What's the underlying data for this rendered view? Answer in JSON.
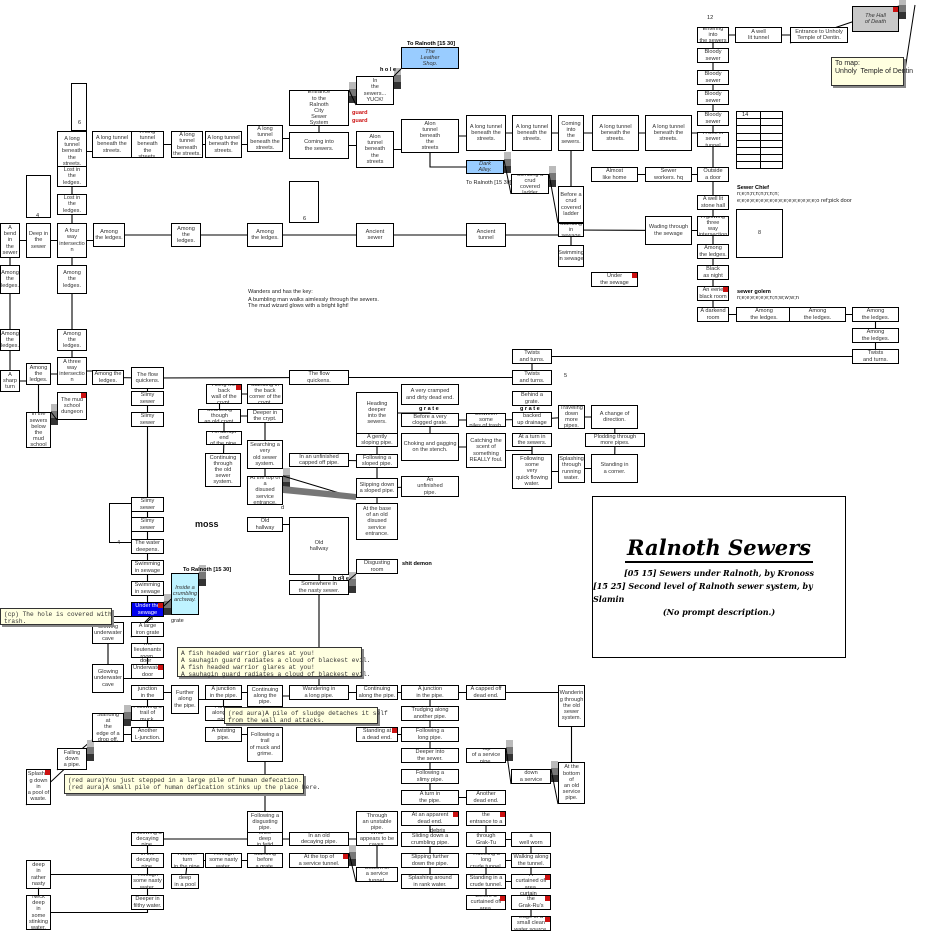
{
  "map": {
    "title": "Ralnoth Sewers",
    "subtitles": [
      "[05 15] Sewers under Ralnoth, by Kronoss",
      "[15 25] Second level of Ralnoth sewer system, by Slamin",
      "(No prompt description.)"
    ]
  },
  "rooms": [
    {
      "id": "r1",
      "text": "A long\ntunnel\nbeneath\nthe streets."
    },
    {
      "id": "r2",
      "text": "A long tunnel\nbeneath the\nstreets."
    },
    {
      "id": "r3",
      "text": "A long tunnel\nbeneath the\nstreets."
    },
    {
      "id": "r4",
      "text": "A long\ntunnel\nbeneath\nthe streets."
    },
    {
      "id": "r5",
      "text": "A long tunnel\nbeneath the\nstreets."
    },
    {
      "id": "r6",
      "text": "A long tunnel\nbeneath the\nstreets."
    },
    {
      "id": "r7",
      "text": "Entrance\nto the\nRalnoth\nCity\nSewer\nSystem"
    },
    {
      "id": "r8",
      "text": "Coming into\nthe sewers."
    },
    {
      "id": "r9",
      "text": "In\nthe\nsewers...\nYUCK!"
    },
    {
      "id": "r10",
      "text": "The\nLeather\nShop.",
      "style": "blue"
    },
    {
      "id": "r11",
      "text": "Alon\ntunnel\nbeneath\nthe\nstreets"
    },
    {
      "id": "r12",
      "text": "Alon\ntunnel\nbeneath\nthe\nstreets"
    },
    {
      "id": "r13",
      "text": "A long tunnel\nbeneath the\nstreets."
    },
    {
      "id": "r14",
      "text": "A long tunnel\nbeneath the\nstreets."
    },
    {
      "id": "r15",
      "text": "Coming\ninto\nthe\nsewers."
    },
    {
      "id": "r16",
      "text": "A long tunnel\nbeneath the\nstreets."
    },
    {
      "id": "r17",
      "text": "A long tunnel\nbeneath the\nstreets."
    },
    {
      "id": "r18",
      "text": "Dark\nAlley.",
      "style": "blue"
    },
    {
      "id": "r19",
      "text": "Climbing a crud\ncovered ladder"
    },
    {
      "id": "r20",
      "text": "Before a\ncrud\ncovered\nladder"
    },
    {
      "id": "r21",
      "text": "Lost in\nthe ledges."
    },
    {
      "id": "r22",
      "text": "Lost in\nthe ledges."
    },
    {
      "id": "r23",
      "text": "A bend\nin\nthe\nsewer"
    },
    {
      "id": "r24",
      "text": "Deep in\nthe\nsewer"
    },
    {
      "id": "r25",
      "text": "A four way\nintersectio\nn"
    },
    {
      "id": "r26",
      "text": "Among\nthe ledges."
    },
    {
      "id": "r27",
      "text": "Among\nthe ledges."
    },
    {
      "id": "r28",
      "text": "Among\nthe ledges."
    },
    {
      "id": "r29",
      "text": "Ancient\nsewer"
    },
    {
      "id": "r30",
      "text": "Ancient\ntunnel"
    },
    {
      "id": "r31",
      "text": "Standing\nin sewage"
    },
    {
      "id": "r32",
      "text": "Swimming\nin sewage"
    },
    {
      "id": "r33",
      "text": "Under\nthe sewage",
      "flag": true
    },
    {
      "id": "r34",
      "text": "Wading through\nthe sewage"
    },
    {
      "id": "r35",
      "text": "Almost\nlike home"
    },
    {
      "id": "r36",
      "text": "Sewer\nworkers. hq"
    },
    {
      "id": "r37",
      "text": "Entering\ninto\nthe sewers"
    },
    {
      "id": "r38",
      "text": "A well\nlit tunnel"
    },
    {
      "id": "r39",
      "text": "Entrance to Unholy\nTemple of Dentin."
    },
    {
      "id": "r40",
      "text": "The Hall\nof Death",
      "style": "grey",
      "flag": true
    },
    {
      "id": "r41",
      "text": "Bloody\nsewer"
    },
    {
      "id": "r42",
      "text": "Bloody\nsewer"
    },
    {
      "id": "r43",
      "text": "Bloody\nsewer"
    },
    {
      "id": "r44",
      "text": "Bloody\nsewer"
    },
    {
      "id": "r45",
      "text": "A well lit\nsewer tunnel"
    },
    {
      "id": "r46",
      "text": "Outside\na door"
    },
    {
      "id": "r47",
      "text": "A well lit\nstone hall"
    },
    {
      "id": "r48",
      "text": "A glowing\nthree\nway\nintersection"
    },
    {
      "id": "r49",
      "text": "Among\nthe ledges."
    },
    {
      "id": "r50",
      "text": "Black\nas night"
    },
    {
      "id": "r51",
      "text": "An eerie\nblack room",
      "flag": true
    },
    {
      "id": "r52",
      "text": "A darkend\nroom"
    },
    {
      "id": "r53",
      "text": "Among\nthe ledges."
    },
    {
      "id": "r54",
      "text": "Among\nthe ledges."
    },
    {
      "id": "r55",
      "text": "Among\nthe ledges."
    },
    {
      "id": "r56",
      "text": "Among\nthe ledges."
    },
    {
      "id": "r57",
      "text": "Twists\nand turns."
    },
    {
      "id": "r58",
      "text": "Twists\nand turns."
    },
    {
      "id": "r59",
      "text": "Twists\nand turns."
    },
    {
      "id": "r60",
      "text": "Among\nthe\nledges."
    },
    {
      "id": "r61",
      "text": "Among the\nledges."
    },
    {
      "id": "r62",
      "text": "Among\nthe\nledges."
    },
    {
      "id": "r63",
      "text": "Among the\nledges."
    },
    {
      "id": "r64",
      "text": "A\nsharp\nturn"
    },
    {
      "id": "r65",
      "text": "Among\nthe\nledges."
    },
    {
      "id": "r66",
      "text": "A three\nway\nintersectio\nn"
    },
    {
      "id": "r67",
      "text": "Among the\nledges."
    },
    {
      "id": "r68",
      "text": "The mud\nschool\ndungeon",
      "flag": true
    },
    {
      "id": "r69",
      "text": "In the\nsewers\nbelow the\nmud\nschool"
    },
    {
      "id": "r70",
      "text": "The flow\nquickens."
    },
    {
      "id": "r71",
      "text": "The flow\nquickens."
    },
    {
      "id": "r72",
      "text": "Slimy\nsewer"
    },
    {
      "id": "r73",
      "text": "Slimy\nsewer"
    },
    {
      "id": "r74",
      "text": "Along the\nback\nwall of the\ncrypt.",
      "flag": true
    },
    {
      "id": "r75",
      "text": "Standing in\nthe back\ncorner of the\ncrypt."
    },
    {
      "id": "r76",
      "text": "Searching though\nan old crypt."
    },
    {
      "id": "r77",
      "text": "Deeper in\nthe crypt."
    },
    {
      "id": "r78",
      "text": "An abrupt end\nof the pipe."
    },
    {
      "id": "r79",
      "text": "Continuing\nthrough\nthe old sewer\nsystem."
    },
    {
      "id": "r80",
      "text": "Searching a\nvery\nold sewer\nsystem."
    },
    {
      "id": "r81",
      "text": "At the top of a\ndisused\nservice\nentrance."
    },
    {
      "id": "r82",
      "text": "In an unfinished\ncapped off pipe."
    },
    {
      "id": "r83",
      "text": "Heading\ndeeper\ninto the\nsewers."
    },
    {
      "id": "r84",
      "text": "A gently\nsloping pipe."
    },
    {
      "id": "r85",
      "text": "Following a\nsloped pipe."
    },
    {
      "id": "r86",
      "text": "Slipping down\na sloped pipe."
    },
    {
      "id": "r87",
      "text": "At the base\nof an old\ndisused\nservice\nentrance."
    },
    {
      "id": "r88",
      "text": "A very cramped\nand dirty dead end."
    },
    {
      "id": "r89",
      "text": "Before a very\nclogged grate."
    },
    {
      "id": "r90",
      "text": "Choking and gagging\non the stench."
    },
    {
      "id": "r91",
      "text": "An\nunfinished\npipe."
    },
    {
      "id": "r92",
      "text": "Between some\npiles of trash."
    },
    {
      "id": "r93",
      "text": "Catching the\nscent of\nsomething\nREALLY foul."
    },
    {
      "id": "r94",
      "text": "Behind a\ngrate."
    },
    {
      "id": "r95",
      "text": "Behind a backed\nup drainage\npipe."
    },
    {
      "id": "r96",
      "text": "Traveling\ndown\nmore\npipes."
    },
    {
      "id": "r97",
      "text": "A change of\ndirection."
    },
    {
      "id": "r98",
      "text": "Plodding through\nmore pipes."
    },
    {
      "id": "r99",
      "text": "At a turn in\nthe sewers."
    },
    {
      "id": "r100",
      "text": "Following some\nvery\nquick flowing\nwater."
    },
    {
      "id": "r101",
      "text": "Splashing\nthrough\nrunning\nwater."
    },
    {
      "id": "r102",
      "text": "Standing in\na corner."
    },
    {
      "id": "r103",
      "text": "Slimy\nsewer"
    },
    {
      "id": "r104",
      "text": "Slimy\nsewer"
    },
    {
      "id": "r105",
      "text": "The water\ndeepens."
    },
    {
      "id": "r106",
      "text": "Swimming\nin sewage"
    },
    {
      "id": "r107",
      "text": "Swimming\nin sewage"
    },
    {
      "id": "r108",
      "text": "Under the\nsewage",
      "style": "dblue",
      "flag": true
    },
    {
      "id": "r109",
      "text": "Inside a\ncrumbling\narchway.",
      "style": "cyan"
    },
    {
      "id": "r110",
      "text": "Old\nhallway"
    },
    {
      "id": "r111",
      "text": "Old\nhallway"
    },
    {
      "id": "r112",
      "text": "Disgusting\nroom"
    },
    {
      "id": "r113",
      "text": "Somewhere in\nthe nasty sewer."
    },
    {
      "id": "r114",
      "text": "Glowing\nunderwater\ncave"
    },
    {
      "id": "r115",
      "text": "A large\niron grate"
    },
    {
      "id": "r116",
      "text": "The\nlieutenants\nroom."
    },
    {
      "id": "r117",
      "text": "Underwater\ndoor",
      "flag": true
    },
    {
      "id": "r118",
      "text": "Glowing\nunderwater\ncave"
    },
    {
      "id": "r119",
      "text": "A T-\njunction\nin the sewer."
    },
    {
      "id": "r120",
      "text": "Further\nalong\nthe pipe."
    },
    {
      "id": "r121",
      "text": "A junction\nin the pipe."
    },
    {
      "id": "r122",
      "text": "Continuing\nalong the pipe."
    },
    {
      "id": "r123",
      "text": "Wandering in\na long pipe."
    },
    {
      "id": "r124",
      "text": "Continuing\nalong the pipe."
    },
    {
      "id": "r125",
      "text": "A junction\nin the pipe."
    },
    {
      "id": "r126",
      "text": "A capped off\ndead end."
    },
    {
      "id": "r127",
      "text": "Wanderin\ng through\nthe old\nsewer\nsystem."
    },
    {
      "id": "r128",
      "text": "Following a\ntrail of muck."
    },
    {
      "id": "r129",
      "text": "Another\nL-junction."
    },
    {
      "id": "r130",
      "text": "Further\nalong the\npipe."
    },
    {
      "id": "r131",
      "text": "A twisting\npipe."
    },
    {
      "id": "r132",
      "text": "Following a\ntrail\nof muck and\ngrime."
    },
    {
      "id": "r133",
      "text": "Standing at\na dead end.",
      "flag": true
    },
    {
      "id": "r134",
      "text": "Trudging along\nanother pipe."
    },
    {
      "id": "r135",
      "text": "Following a\nlong pipe."
    },
    {
      "id": "r136",
      "text": "Deeper into\nthe sewer."
    },
    {
      "id": "r137",
      "text": "Top\nof a service\npipe."
    },
    {
      "id": "r138",
      "text": "Climbing down\na service pipe."
    },
    {
      "id": "r139",
      "text": "At the\nbottom of\nan old\nservice\npipe."
    },
    {
      "id": "r140",
      "text": "Following a\nslimy pipe."
    },
    {
      "id": "r141",
      "text": "A turn in\nthe pipe."
    },
    {
      "id": "r142",
      "text": "Another\ndead end."
    },
    {
      "id": "r143",
      "text": "Standing at\nthe\nedge of a\ndrop off."
    },
    {
      "id": "r144",
      "text": "Falling\ndown\na pipe."
    },
    {
      "id": "r145",
      "text": "Splashin\ng down in\na pool of\nwaste.",
      "flag": true
    },
    {
      "id": "r146",
      "text": "Following a\ndisgusting\npipe."
    },
    {
      "id": "r147",
      "text": "Wading knee\ndeep\nin fetid water."
    },
    {
      "id": "r148",
      "text": "In an old\ndecaying pipe."
    },
    {
      "id": "r149",
      "text": "Through\nan unstable\npipe."
    },
    {
      "id": "r150",
      "text": "What\nappears to be\ncaves."
    },
    {
      "id": "r151",
      "text": "At an apparent\ndead end.",
      "flag": true
    },
    {
      "id": "r152",
      "text": "Standing at the\nentrance to a\nlarge cave.",
      "flag": true
    },
    {
      "id": "r153",
      "text": "Following a\ndecaying\npipe."
    },
    {
      "id": "r154",
      "text": "In the\ndecaying\npipe."
    },
    {
      "id": "r155",
      "text": "Another\nturn\nin the pipe."
    },
    {
      "id": "r156",
      "text": "Through\nsome nasty\nwater."
    },
    {
      "id": "r157",
      "text": "Standing\nbefore\na grate."
    },
    {
      "id": "r158",
      "text": "At the top of\na service tunnel.",
      "flag": true
    },
    {
      "id": "r159",
      "text": "Bottom of\na service\ntunnel."
    },
    {
      "id": "r160",
      "text": "Sliding down a\ncrumbling pipe."
    },
    {
      "id": "r161",
      "text": "Wandering\nthrough\nGrak-Tu caves."
    },
    {
      "id": "r162",
      "text": "Walking along a\nwell worn\ntunnel."
    },
    {
      "id": "r163",
      "text": "Waste deep\nin\nrather nasty\nwater."
    },
    {
      "id": "r164",
      "text": "Through\nsome nasty\nwater."
    },
    {
      "id": "r165",
      "text": "Waist deep\nin a pool\nof water."
    },
    {
      "id": "r166",
      "text": "Slipping further\ndown the pipe."
    },
    {
      "id": "r167",
      "text": "Traveling a\nlong\ncrude tunnel."
    },
    {
      "id": "r168",
      "text": "Walking along\nthe tunnel."
    },
    {
      "id": "r169",
      "text": "Neck deep\nin\nsome\nstinking\nwater."
    },
    {
      "id": "r170",
      "text": "Deeper in\nfilthy water."
    },
    {
      "id": "r171",
      "text": "Splashing around\nin rank water."
    },
    {
      "id": "r172",
      "text": "Standing in a\ncrude tunnel."
    },
    {
      "id": "r173",
      "text": "A\ncurtained off\narea.",
      "flag": true
    },
    {
      "id": "r174",
      "text": "Before a\ncurtained off\narea.",
      "flag": true
    },
    {
      "id": "r175",
      "text": "Standing in the\nGrak-Ru's cave.",
      "flag": true
    },
    {
      "id": "r176",
      "text": "Edge of a\nsmall clean\nwater source.",
      "flag": true
    },
    {
      "id": "e1",
      "text": ""
    },
    {
      "id": "e2",
      "text": ""
    },
    {
      "id": "e3",
      "text": ""
    },
    {
      "id": "e4",
      "text": ""
    },
    {
      "id": "e5",
      "text": ""
    },
    {
      "id": "e6",
      "text": "8"
    },
    {
      "id": "e7",
      "text": ""
    }
  ],
  "labels": [
    {
      "id": "l1",
      "text": "To Ralnoth [15 30]",
      "style": "bold"
    },
    {
      "id": "l2",
      "text": "hole",
      "style": "sp"
    },
    {
      "id": "l3",
      "text": "guard",
      "style": "red"
    },
    {
      "id": "l4",
      "text": "guard",
      "style": "red"
    },
    {
      "id": "l5",
      "text": "To Ralnoth [15 30]"
    },
    {
      "id": "l6",
      "text": "12"
    },
    {
      "id": "l7",
      "text": "14"
    },
    {
      "id": "l8",
      "text": "6"
    },
    {
      "id": "l9",
      "text": "6"
    },
    {
      "id": "l10",
      "text": "4"
    },
    {
      "id": "l11",
      "text": "4"
    },
    {
      "id": "l12",
      "text": "5"
    },
    {
      "id": "l13",
      "text": "Sewer Chief",
      "style": "bold"
    },
    {
      "id": "l14",
      "text": "n;e;n;n;n;n;n;n;n;"
    },
    {
      "id": "l15",
      "text": "e;e;e;e;e;e;e;e;e;e;e;e;e;e;e;e;e;o ref;pick door"
    },
    {
      "id": "l16",
      "text": "sewer golem",
      "style": "bold"
    },
    {
      "id": "l17",
      "text": "n;e;e;e;e;e;e;n;n;w;w;w;n"
    },
    {
      "id": "l18",
      "text": "Wanders and has the key:"
    },
    {
      "id": "l19",
      "text": "A bumbling man walks aimlessly through the sewers."
    },
    {
      "id": "l20",
      "text": "The mud wizard glows with a bright light!"
    },
    {
      "id": "l21",
      "text": "grate",
      "style": "sp"
    },
    {
      "id": "l22",
      "text": "grate",
      "style": "sp"
    },
    {
      "id": "l23",
      "text": "moss",
      "style": "big"
    },
    {
      "id": "l24",
      "text": "To Ralnoth [15 30]",
      "style": "bold"
    },
    {
      "id": "l25",
      "text": "shit demon",
      "style": "bold"
    },
    {
      "id": "l26",
      "text": "hole",
      "style": "sp"
    },
    {
      "id": "l27",
      "text": "grate"
    },
    {
      "id": "l28",
      "text": "door"
    },
    {
      "id": "l29",
      "text": "debris"
    },
    {
      "id": "l30",
      "text": "curtain"
    },
    {
      "id": "l31",
      "text": "8"
    },
    {
      "id": "l32",
      "text": "d"
    },
    {
      "id": "l33",
      "text": "d"
    }
  ],
  "notes": [
    {
      "id": "n1",
      "text": "To map:\nUnholy  Temple of Dentin",
      "style": "sans"
    },
    {
      "id": "n2",
      "text": "(cp) The hole is covered with\ntrash."
    },
    {
      "id": "n3",
      "text": "A fish headed warrior glares at you!\nA sauhagin guard radiates a cloud of blackest evil.\nA fish headed warrior glares at you!\nA sauhagin guard radiates a cloud of blackest evil."
    },
    {
      "id": "n4",
      "text": "(red aura)A pile of sludge detaches it self\nfrom the wall and attacks."
    },
    {
      "id": "n5",
      "text": "(red aura)You just stepped in a large pile of human defecation.\n(red aura)A small pile of human defication stinks up the place here."
    }
  ],
  "colors": {
    "border": "#000000",
    "room_bg": "#ffffff",
    "blue_room": "#99ccff",
    "dark_blue_room": "#0000ee",
    "cyan_room": "#bff3ff",
    "grey_room": "#c8c8c8",
    "flag": "#cc1111",
    "note_bg": "#ffffe0"
  }
}
